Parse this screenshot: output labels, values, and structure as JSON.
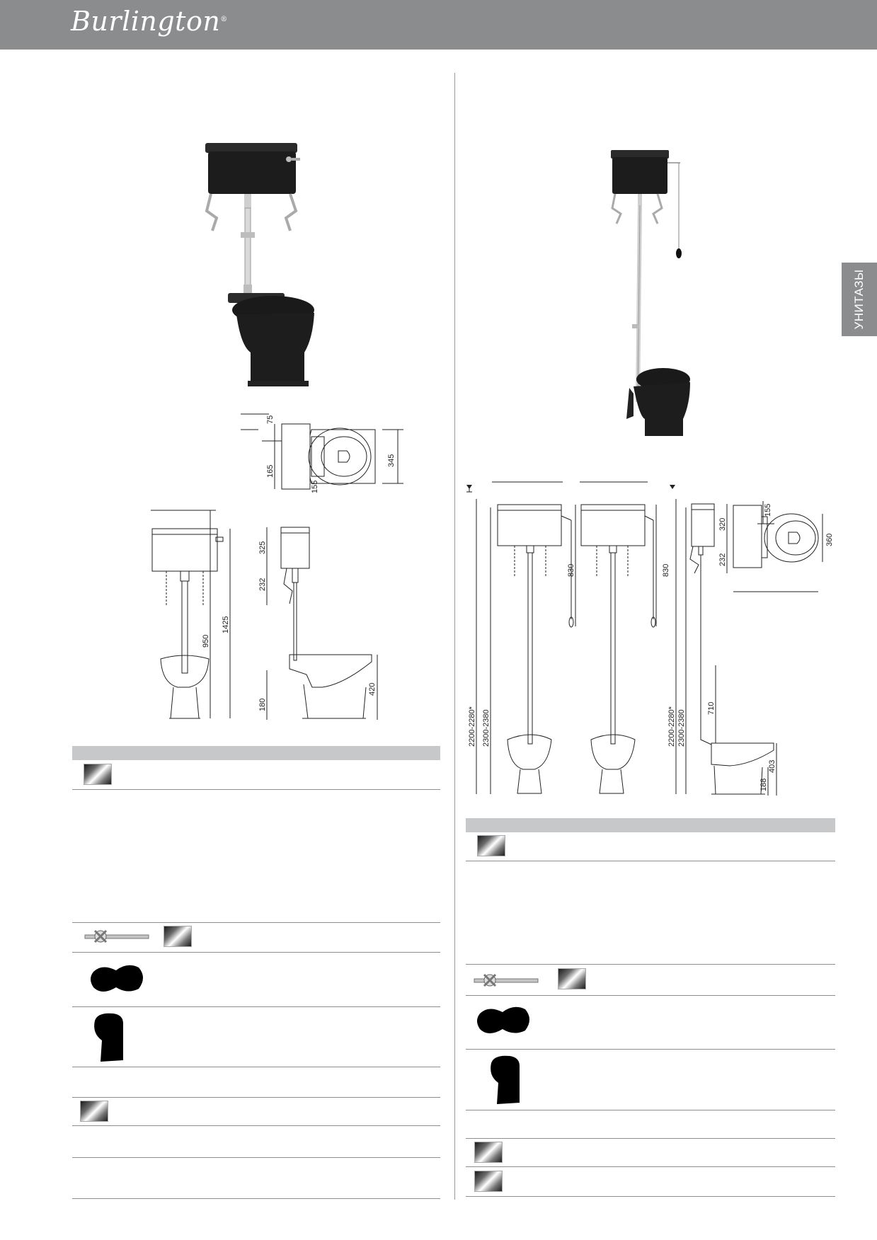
{
  "header": {
    "brand": "Burlington",
    "registered_mark": "®"
  },
  "side_tab": {
    "label": "УНИТАЗЫ"
  },
  "left_product": {
    "dimensions": {
      "plan_75": "75",
      "plan_165": "165",
      "plan_155": "155",
      "plan_345": "345",
      "front_1425": "1425",
      "front_950": "950",
      "side_325": "325",
      "side_232": "232",
      "side_180": "180",
      "side_420": "420"
    }
  },
  "right_product": {
    "dimensions": {
      "a_830": "830",
      "b_830": "830",
      "a_2200": "2200-2280*",
      "a_2300": "2300-2380",
      "b_2200": "2200-2280*",
      "b_2300": "2300-2380",
      "side_320": "320",
      "side_232": "232",
      "side_710": "710",
      "side_188": "188",
      "side_403": "403",
      "plan_155": "155",
      "plan_360": "360"
    }
  },
  "colors": {
    "header": "#8a8c8e",
    "option_bar": "#c7c8ca",
    "ceramic": "#1c1c1c",
    "chrome": "#c9c9c9"
  }
}
